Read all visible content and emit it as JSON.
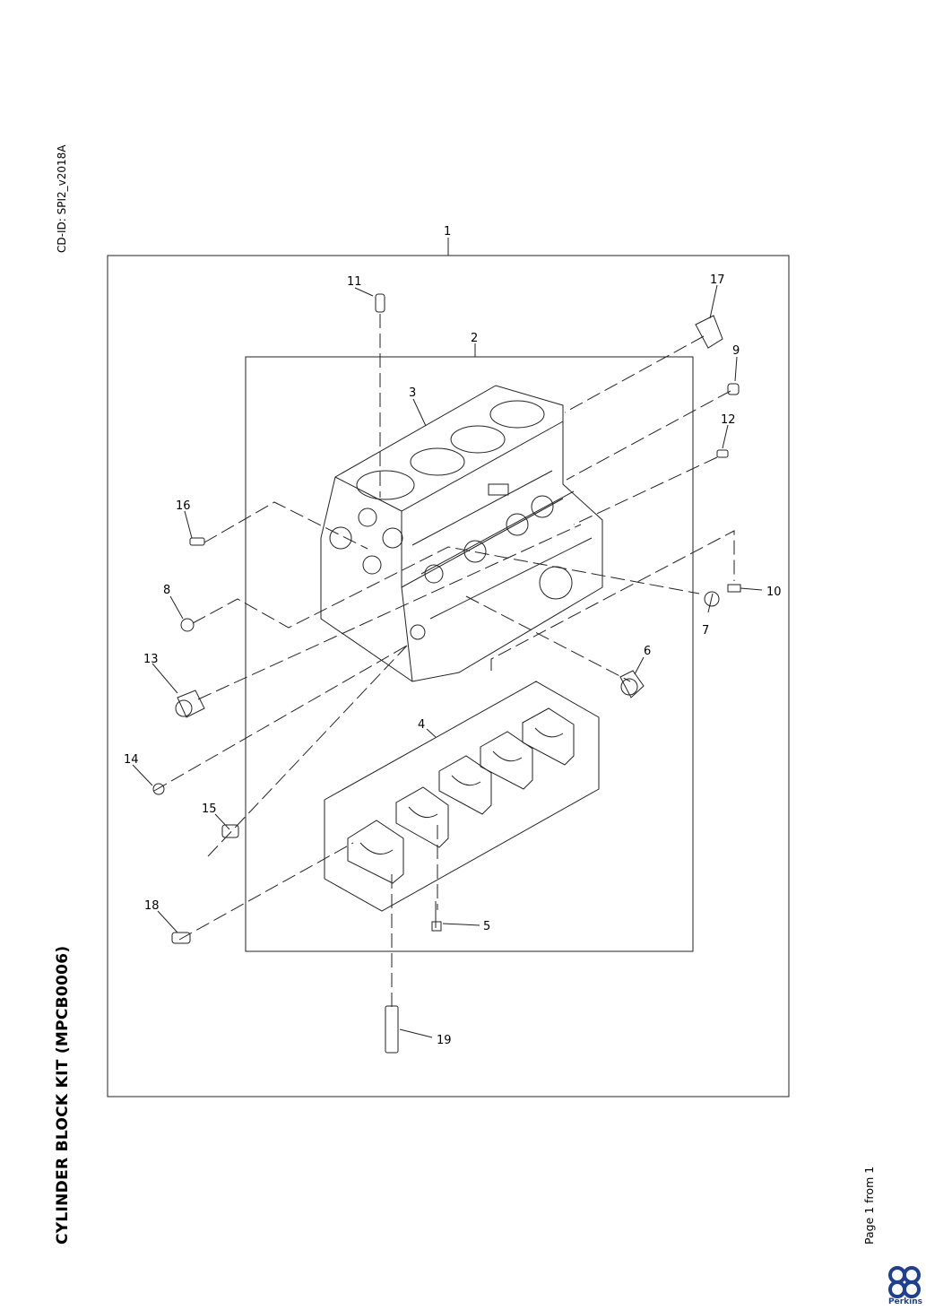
{
  "header": {
    "cd_id": "CD-ID: SPI2_v2018A"
  },
  "title": "CYLINDER BLOCK KIT (MPCB0006)",
  "footer": {
    "page": "Page 1 from 1"
  },
  "brand": {
    "name": "Perkins",
    "color": "#1f3f93"
  },
  "callouts": {
    "c1": "1",
    "c2": "2",
    "c3": "3",
    "c4": "4",
    "c5": "5",
    "c6": "6",
    "c7": "7",
    "c8": "8",
    "c9": "9",
    "c10": "10",
    "c11": "11",
    "c12": "12",
    "c13": "13",
    "c14": "14",
    "c15": "15",
    "c16": "16",
    "c17": "17",
    "c18": "18",
    "c19": "19"
  }
}
